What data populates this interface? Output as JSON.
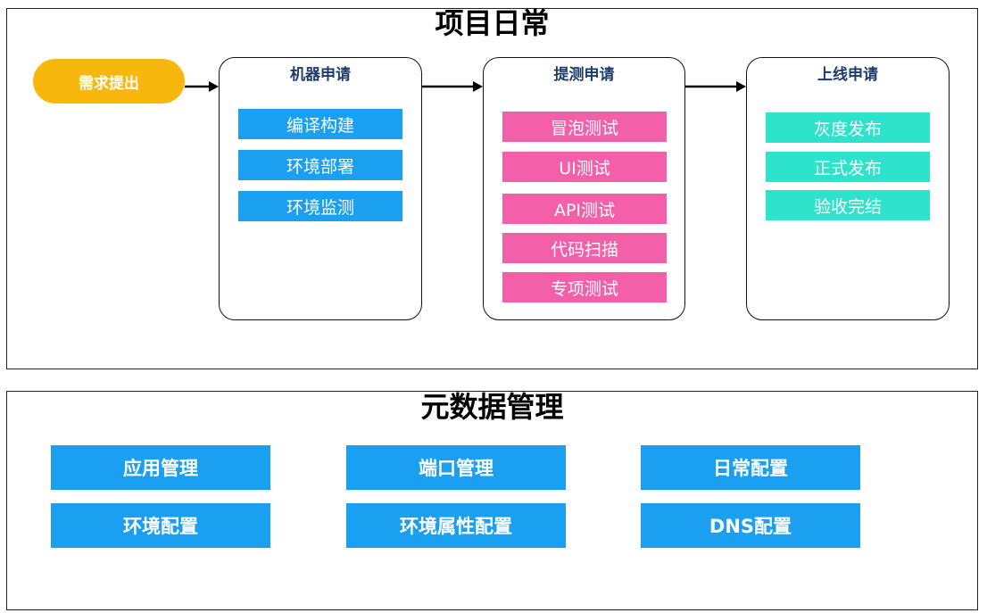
{
  "colors": {
    "start": "#F7B70C",
    "stage_title": "#1D3C6A",
    "machine_item": "#1A9FF1",
    "test_item": "#F35FA9",
    "release_item": "#2DE3CB",
    "meta_button": "#1A9FF1",
    "arrow": "#000000"
  },
  "top": {
    "title": "项目日常",
    "start": {
      "label": "需求提出"
    },
    "stages": [
      {
        "title": "机器申请",
        "items": [
          "编译构建",
          "环境部署",
          "环境监测"
        ]
      },
      {
        "title": "提测申请",
        "items": [
          "冒泡测试",
          "UI测试",
          "API测试",
          "代码扫描",
          "专项测试"
        ]
      },
      {
        "title": "上线申请",
        "items": [
          "灰度发布",
          "正式发布",
          "验收完结"
        ]
      }
    ]
  },
  "bottom": {
    "title": "元数据管理",
    "buttons": [
      [
        "应用管理",
        "端口管理",
        "日常配置"
      ],
      [
        "环境配置",
        "环境属性配置",
        "DNS配置"
      ]
    ]
  }
}
